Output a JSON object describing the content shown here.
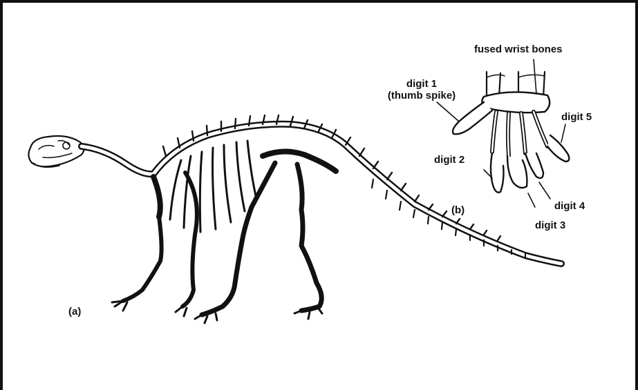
{
  "panels": {
    "a": "(a)",
    "b": "(b)"
  },
  "hand_labels": {
    "fused_wrist": "fused wrist bones",
    "digit1_line1": "digit 1",
    "digit1_line2": "(thumb spike)",
    "digit2": "digit 2",
    "digit3": "digit 3",
    "digit4": "digit 4",
    "digit5": "digit 5"
  },
  "colors": {
    "ink": "#111111",
    "paper": "#ffffff"
  }
}
